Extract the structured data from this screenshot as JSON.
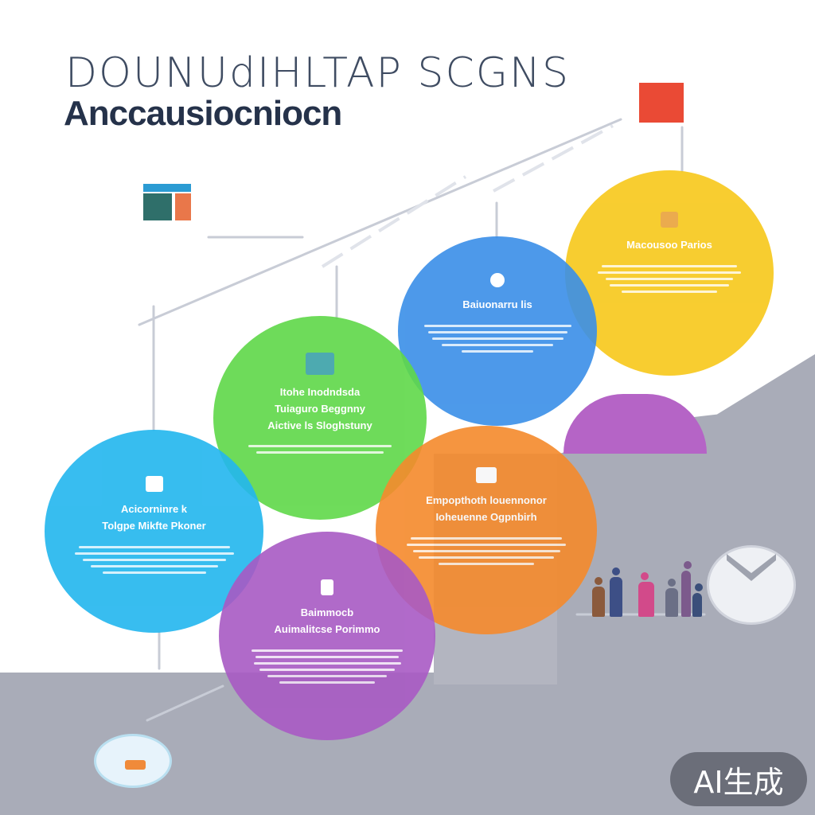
{
  "title": {
    "line1": "DOUNUdIHLTAP SCGNS",
    "line2": "Anccausiocniocn"
  },
  "circles": {
    "yellow": {
      "heading": "Macousoo Parios",
      "color": "#f7c81a"
    },
    "blue": {
      "heading": "Baiuonarru lis",
      "color": "#3a8fe8"
    },
    "green": {
      "heading_lines": [
        "Itohe Inodndsda",
        "Tuiaguro Beggnny",
        "Aictive ls Sloghstuny"
      ],
      "color": "#5fd849"
    },
    "cyan": {
      "heading_lines": [
        "Acicorninre k",
        "Tolgpe Mikfte Pkoner"
      ],
      "color": "#22b6ee"
    },
    "orange": {
      "heading_lines": [
        "Empopthoth louennonor",
        "Ioheuenne Ogpnbirh"
      ],
      "color": "#f58a2c"
    },
    "purple": {
      "heading_lines": [
        "Baimmocb",
        "Auimalitcse Porimmo"
      ],
      "color": "#a85ac4"
    }
  },
  "watermark": "AI生成",
  "colors": {
    "band": "#a9acb8",
    "red_flag": "#ea4a35",
    "title_dark": "#25324a"
  }
}
